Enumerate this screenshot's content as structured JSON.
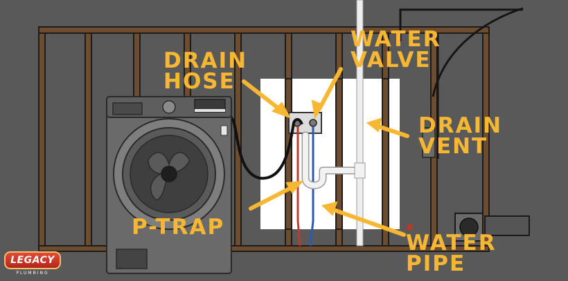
{
  "colors": {
    "background": "#595959",
    "stud_wood": "#6e4c2f",
    "stud_outline": "#1c1c1c",
    "label": "#f7b733",
    "arrow": "#f7b733",
    "hot_line": "#c0392b",
    "cold_line": "#2e5aac",
    "drain_pipe": "#eeeeee",
    "washer_body": "#6a6a6a",
    "drain_hose": "#111111",
    "wall_panel": "#ffffff"
  },
  "labels": {
    "drain_hose": "DRAIN\nHOSE",
    "water_valve": "WATER\nVALVE",
    "drain_vent": "DRAIN\nVENT",
    "p_trap": "P-TRAP",
    "water_pipe": "WATER\nPIPE"
  },
  "logo": {
    "name": "LEGACY",
    "tagline": "PLUMBING"
  }
}
